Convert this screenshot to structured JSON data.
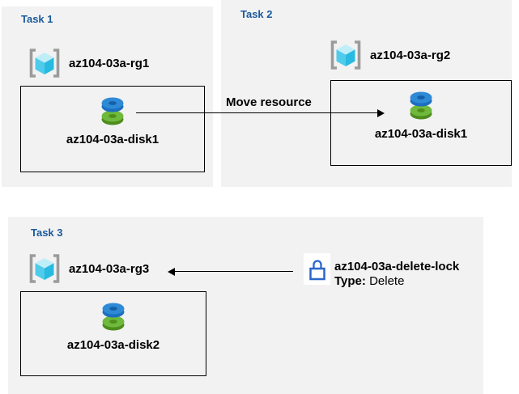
{
  "tasks": [
    {
      "title": "Task 1",
      "resource_group": "az104-03a-rg1",
      "disk": "az104-03a-disk1"
    },
    {
      "title": "Task 2",
      "resource_group": "az104-03a-rg2",
      "disk": "az104-03a-disk1"
    },
    {
      "title": "Task 3",
      "resource_group": "az104-03a-rg3",
      "disk": "az104-03a-disk2"
    }
  ],
  "arrows": {
    "move": {
      "label": "Move resource",
      "from": "az104-03a-disk1 (rg1)",
      "to": "az104-03a-disk1 (rg2)"
    },
    "lock": {
      "from": "az104-03a-delete-lock",
      "to": "az104-03a-rg3"
    }
  },
  "lock": {
    "name": "az104-03a-delete-lock",
    "type_label": "Type:",
    "type_value": "Delete"
  },
  "icons": {
    "resource_group": "gray-brackets-with-cyan-cube",
    "disk": "stacked-blue-green-disks",
    "lock": "blue-outline-padlock"
  },
  "colors": {
    "panel_background": "#F2F2F2",
    "title_blue": "#1A5A9C",
    "text_black": "#000000",
    "arrow_black": "#000000",
    "lock_blue": "#2A67CB",
    "bracket_gray": "#9B9B9B",
    "cube_top": "#BFEEF9",
    "cube_left": "#4FCBEB",
    "cube_right": "#28BAE0",
    "disk_blue_top": "#2F8AD6",
    "disk_blue_side": "#1B6FC0",
    "disk_blue_hole": "#1460A8",
    "disk_green_top": "#6FB93C",
    "disk_green_side": "#4E8C1D",
    "disk_green_hole": "#4F8E1C"
  }
}
